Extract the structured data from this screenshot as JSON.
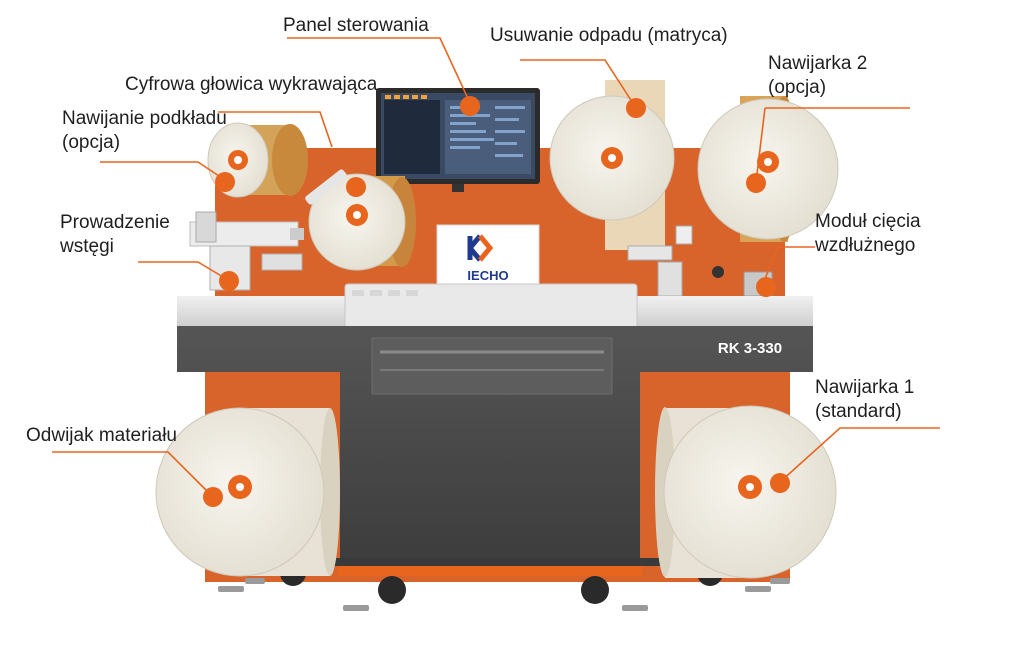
{
  "diagram": {
    "labels": {
      "panel_sterowania": "Panel sterowania",
      "usuwanie_odpadu": "Usuwanie odpadu (matryca)",
      "nawijarka2_l1": "Nawijarka 2",
      "nawijarka2_l2": "(opcja)",
      "cyfrowa_glowica": "Cyfrowa głowica wykrawająca",
      "nawijanie_podkladu_l1": "Nawijanie podkładu",
      "nawijanie_podkladu_l2": "(opcja)",
      "prowadzenie_l1": "Prowadzenie",
      "prowadzenie_l2": "wstęgi",
      "modul_l1": "Moduł cięcia",
      "modul_l2": "wzdłużnego",
      "nawijarka1_l1": "Nawijarka 1",
      "nawijarka1_l2": "(standard)",
      "odwijak": "Odwijak materiału"
    },
    "machine": {
      "brand": "IECHO",
      "model": "RK 3-330"
    },
    "colors": {
      "accent": "#e8651e",
      "frame": "#d9642b",
      "body_dark": "#4a4a4a",
      "roll": "#f2efe6",
      "table": "#e4e4e4"
    }
  }
}
